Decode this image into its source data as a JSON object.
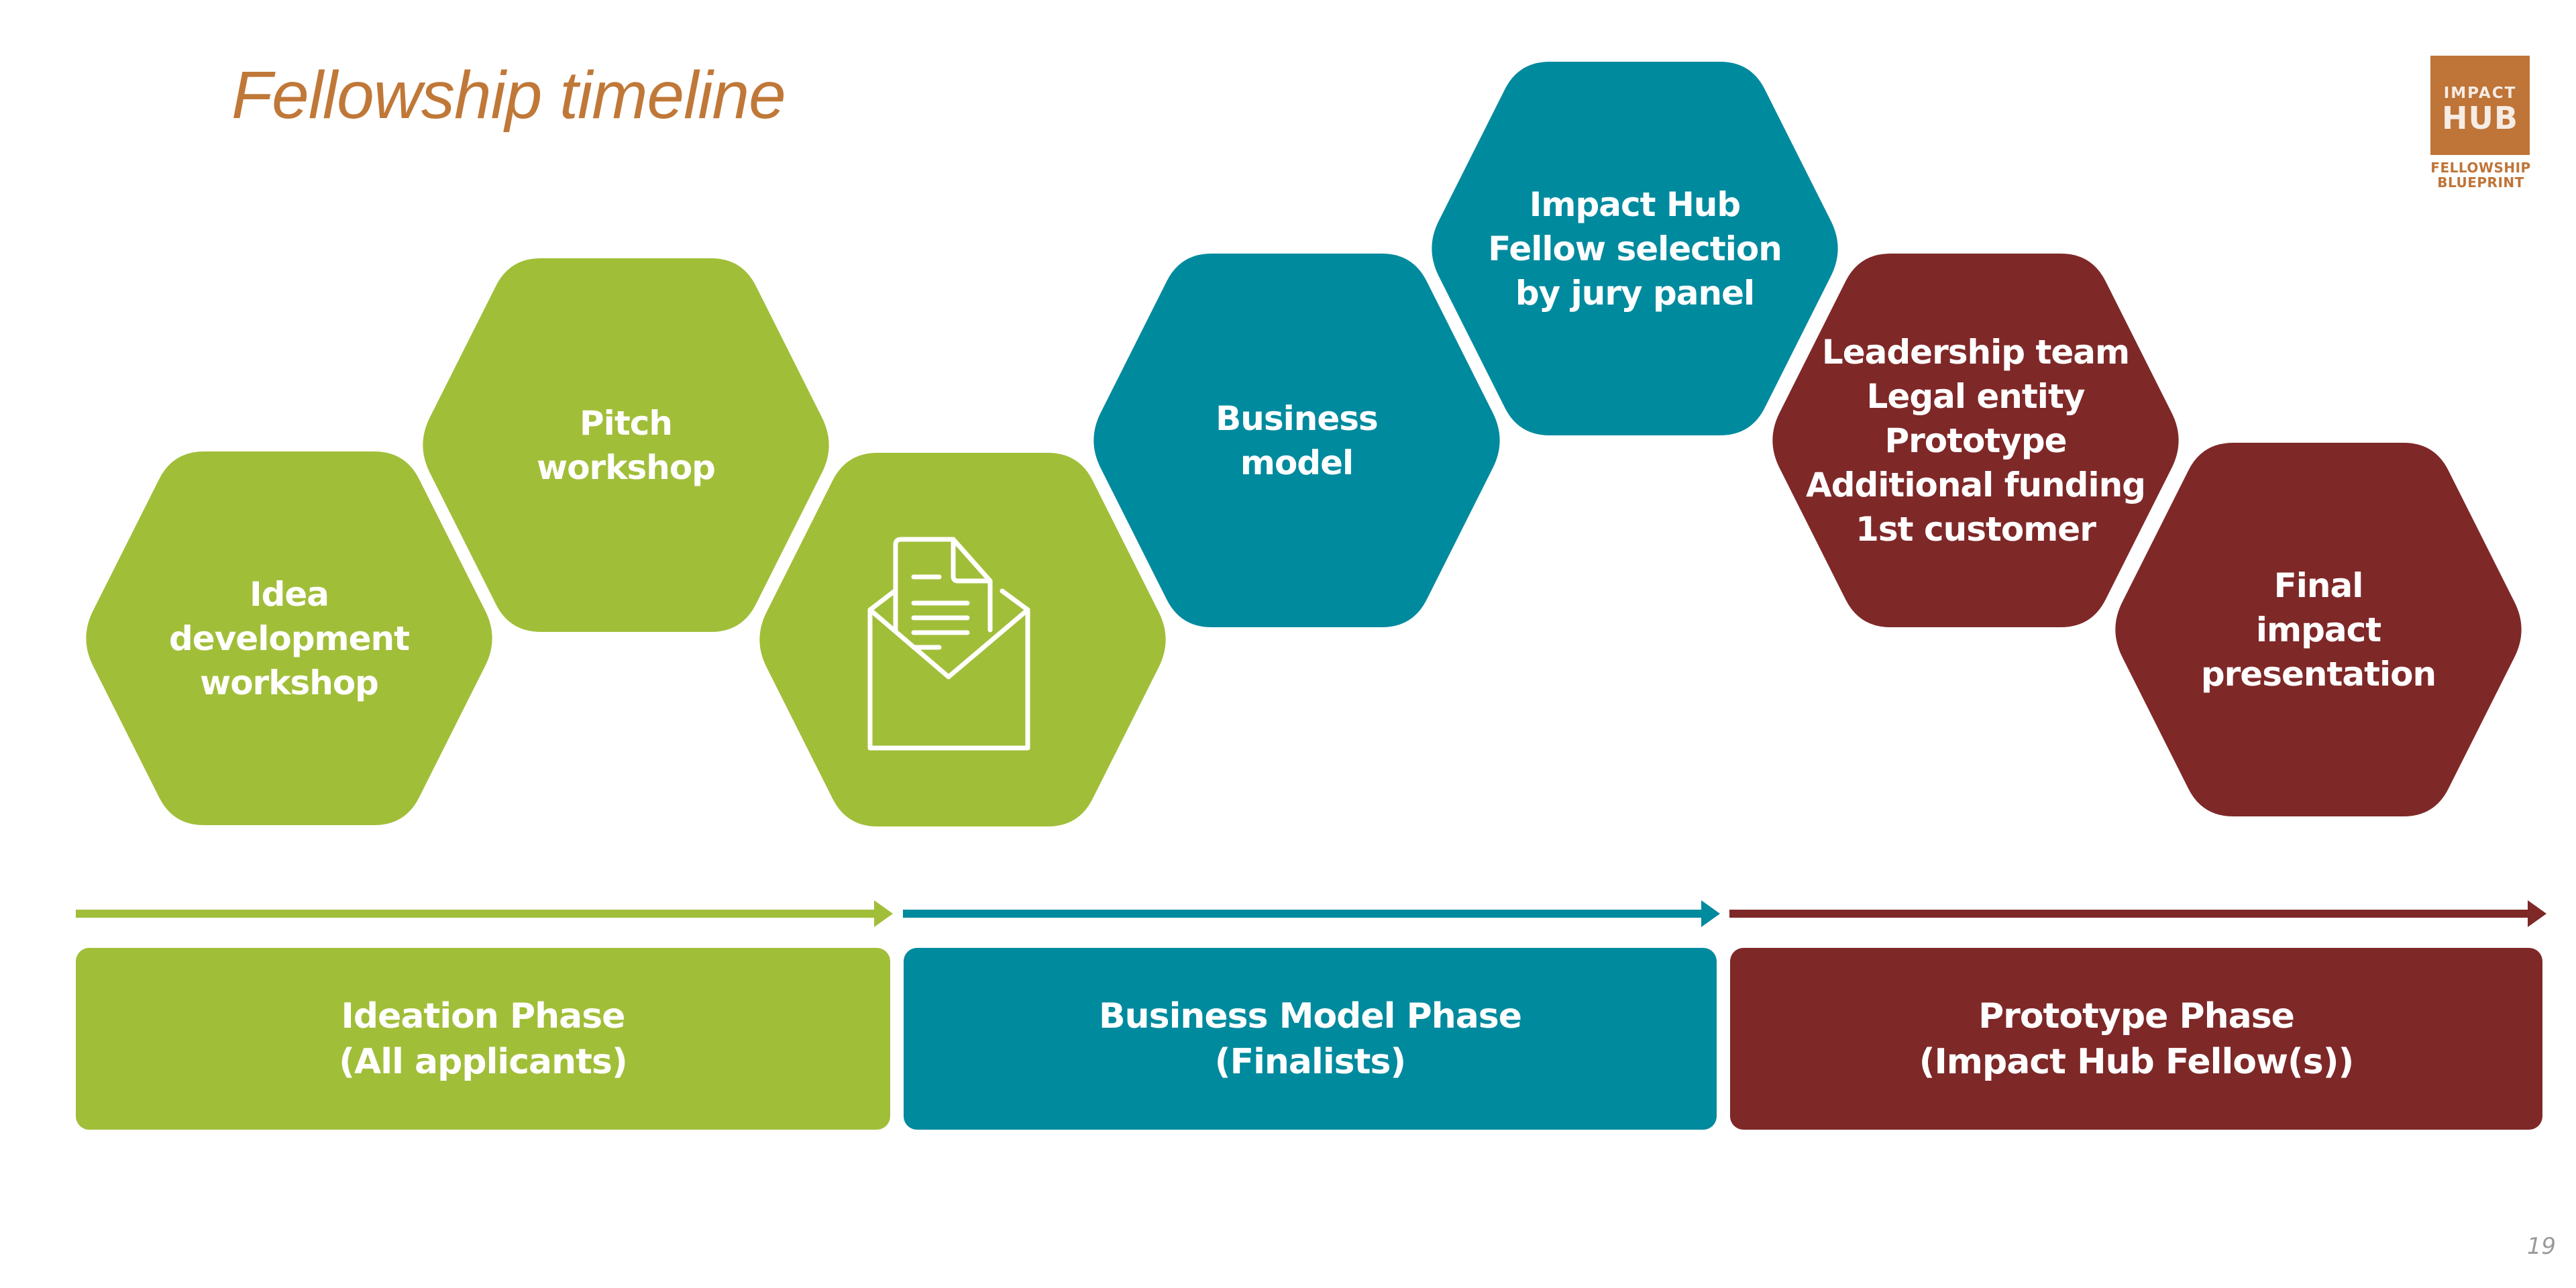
{
  "slide": {
    "title": "Fellowship timeline",
    "page_number": "19"
  },
  "logo": {
    "line1": "IMPACT",
    "line2": "HUB",
    "sub1": "FELLOWSHIP",
    "sub2": "BLUEPRINT",
    "color": "#bf7438"
  },
  "colors": {
    "ideation": "#a1be39",
    "business": "#008a9e",
    "prototype": "#7f2828",
    "title": "#c07838"
  },
  "steps": [
    {
      "label": "Idea\ndevelopment\nworkshop",
      "phase": "ideation"
    },
    {
      "label": "Pitch\nworkshop",
      "phase": "ideation"
    },
    {
      "label": "",
      "icon": "envelope-document-icon",
      "phase": "ideation"
    },
    {
      "label": "Business\nmodel",
      "phase": "business"
    },
    {
      "label": "Impact Hub\nFellow selection\nby jury panel",
      "phase": "business"
    },
    {
      "label": "Leadership team\nLegal entity\nPrototype\nAdditional funding\n1st customer",
      "phase": "prototype"
    },
    {
      "label": "Final\nimpact\npresentation",
      "phase": "prototype"
    }
  ],
  "phases": [
    {
      "name": "Ideation Phase",
      "audience": "(All applicants)"
    },
    {
      "name": "Business Model Phase",
      "audience": "(Finalists)"
    },
    {
      "name": "Prototype Phase",
      "audience": "(Impact Hub Fellow(s))"
    }
  ]
}
